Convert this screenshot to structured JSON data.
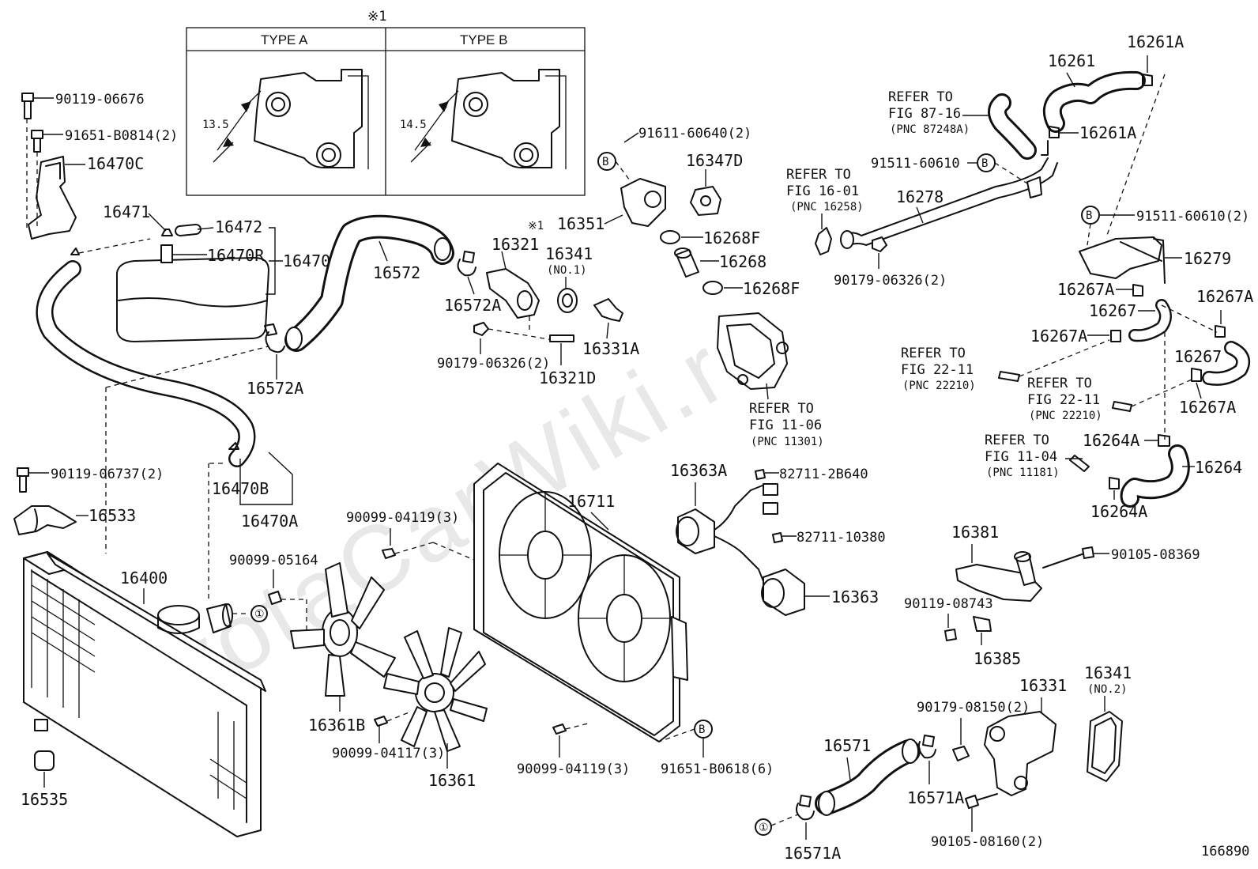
{
  "watermark": "ToyotaCarWiki.ru",
  "diagram_id": "166890",
  "inset": {
    "title": "※1",
    "type_a": {
      "label": "TYPE A",
      "dimension": "13.5"
    },
    "type_b": {
      "label": "TYPE B",
      "dimension": "14.5"
    }
  },
  "callouts": {
    "circle_1": "①",
    "circle_b": "B",
    "star_1": "※1"
  },
  "labels": {
    "p90119_06676": "90119-06676",
    "p91651_B0814": "91651-B0814(2)",
    "p16470C": "16470C",
    "p16471": "16471",
    "p16472": "16472",
    "p16470R": "16470R",
    "p16470": "16470",
    "p16572": "16572",
    "p16572A_top": "16572A",
    "p16572A_bot": "16572A",
    "p16321": "16321",
    "p16341_top": "16341",
    "p16341_no1": "(NO.1)",
    "p16331A": "16331A",
    "p90179_06326_a": "90179-06326(2)",
    "p16321D": "16321D",
    "p91611_60640": "91611-60640(2)",
    "p16347D": "16347D",
    "p16351": "16351",
    "p16268F_top": "16268F",
    "p16268": "16268",
    "p16268F_bot": "16268F",
    "ref_fig_11_06": [
      "REFER TO",
      "FIG 11-06",
      "(PNC 11301)"
    ],
    "ref_fig_16_01": [
      "REFER TO",
      "FIG 16-01",
      "(PNC 16258)"
    ],
    "p91511_60610_a": "91511-60610",
    "p16278": "16278",
    "p90179_06326_b": "90179-06326(2)",
    "ref_fig_87_16": [
      "REFER TO",
      "FIG 87-16",
      "(PNC 87248A)"
    ],
    "p16261": "16261",
    "p16261A_top": "16261A",
    "p16261A_mid": "16261A",
    "p91511_60610_b": "91511-60610(2)",
    "p16279": "16279",
    "p16267A_1": "16267A",
    "p16267_1": "16267",
    "p16267A_2": "16267A",
    "p16267A_3": "16267A",
    "p16267_2": "16267",
    "p16267A_4": "16267A",
    "ref_fig_22_11_a": [
      "REFER TO",
      "FIG 22-11",
      "(PNC 22210)"
    ],
    "ref_fig_22_11_b": [
      "REFER TO",
      "FIG 22-11",
      "(PNC 22210)"
    ],
    "ref_fig_11_04": [
      "REFER TO",
      "FIG 11-04",
      "(PNC 11181)"
    ],
    "p16264A_1": "16264A",
    "p16264": "16264",
    "p16264A_2": "16264A",
    "p90119_06737": "90119-06737(2)",
    "p16533": "16533",
    "p16470B": "16470B",
    "p16470A": "16470A",
    "p16400": "16400",
    "p16535": "16535",
    "p90099_04119_a": "90099-04119(3)",
    "p90099_05164": "90099-05164",
    "p16711": "16711",
    "p16361B": "16361B",
    "p90099_04117": "90099-04117(3)",
    "p16361": "16361",
    "p90099_04119_b": "90099-04119(3)",
    "p91651_B0618": "91651-B0618(6)",
    "p16363A": "16363A",
    "p82711_2B640": "82711-2B640",
    "p82711_10380": "82711-10380",
    "p16363": "16363",
    "p16381": "16381",
    "p90105_08369": "90105-08369",
    "p90119_08743": "90119-08743",
    "p16385": "16385",
    "p16331": "16331",
    "p16341_bot": "16341",
    "p16341_no2": "(NO.2)",
    "p90179_08150": "90179-08150(2)",
    "p16571": "16571",
    "p16571A_1": "16571A",
    "p16571A_2": "16571A",
    "p90105_08160": "90105-08160(2)"
  }
}
